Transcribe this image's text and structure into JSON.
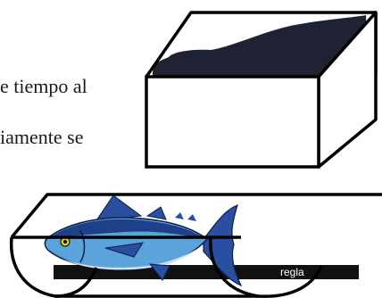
{
  "text": {
    "fragment_1": "e tiempo al",
    "fragment_2": "iamente se"
  },
  "labels": {
    "ruler": "regla"
  },
  "colors": {
    "outline": "#000000",
    "background": "#ffffff",
    "dark_fill": "#1f2233",
    "ruler": "#111111",
    "fish_body": "#5aa3db",
    "fish_back": "#1f3f88",
    "fish_belly": "#cfe3f3",
    "fish_fins": "#2a4fa0",
    "fish_eye": "#f3d000"
  },
  "icons": {
    "top_right": "open-box-icon",
    "bottom": "fish-tray-icon",
    "fish": "tuna-fish-icon"
  }
}
